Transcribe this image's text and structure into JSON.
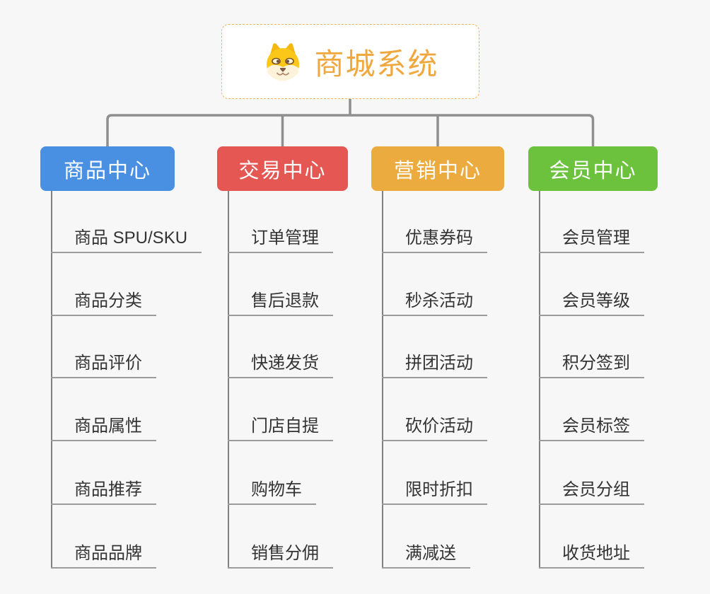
{
  "page": {
    "background": "#f7f7f7"
  },
  "root": {
    "title": "商城系统",
    "icon": "dog-face-icon",
    "text_color": "#efa73e",
    "border_color": "#f0b65a"
  },
  "connector_color": "#8f8f8f",
  "branches": [
    {
      "label": "商品中心",
      "color": "#4a90e2",
      "children": [
        "商品 SPU/SKU",
        "商品分类",
        "商品评价",
        "商品属性",
        "商品推荐",
        "商品品牌"
      ]
    },
    {
      "label": "交易中心",
      "color": "#e45753",
      "children": [
        "订单管理",
        "售后退款",
        "快递发货",
        "门店自提",
        "购物车",
        "销售分佣"
      ]
    },
    {
      "label": "营销中心",
      "color": "#ecab3e",
      "children": [
        "优惠券码",
        "秒杀活动",
        "拼团活动",
        "砍价活动",
        "限时折扣",
        "满减送"
      ]
    },
    {
      "label": "会员中心",
      "color": "#6cc23d",
      "children": [
        "会员管理",
        "会员等级",
        "积分签到",
        "会员标签",
        "会员分组",
        "收货地址"
      ]
    }
  ]
}
